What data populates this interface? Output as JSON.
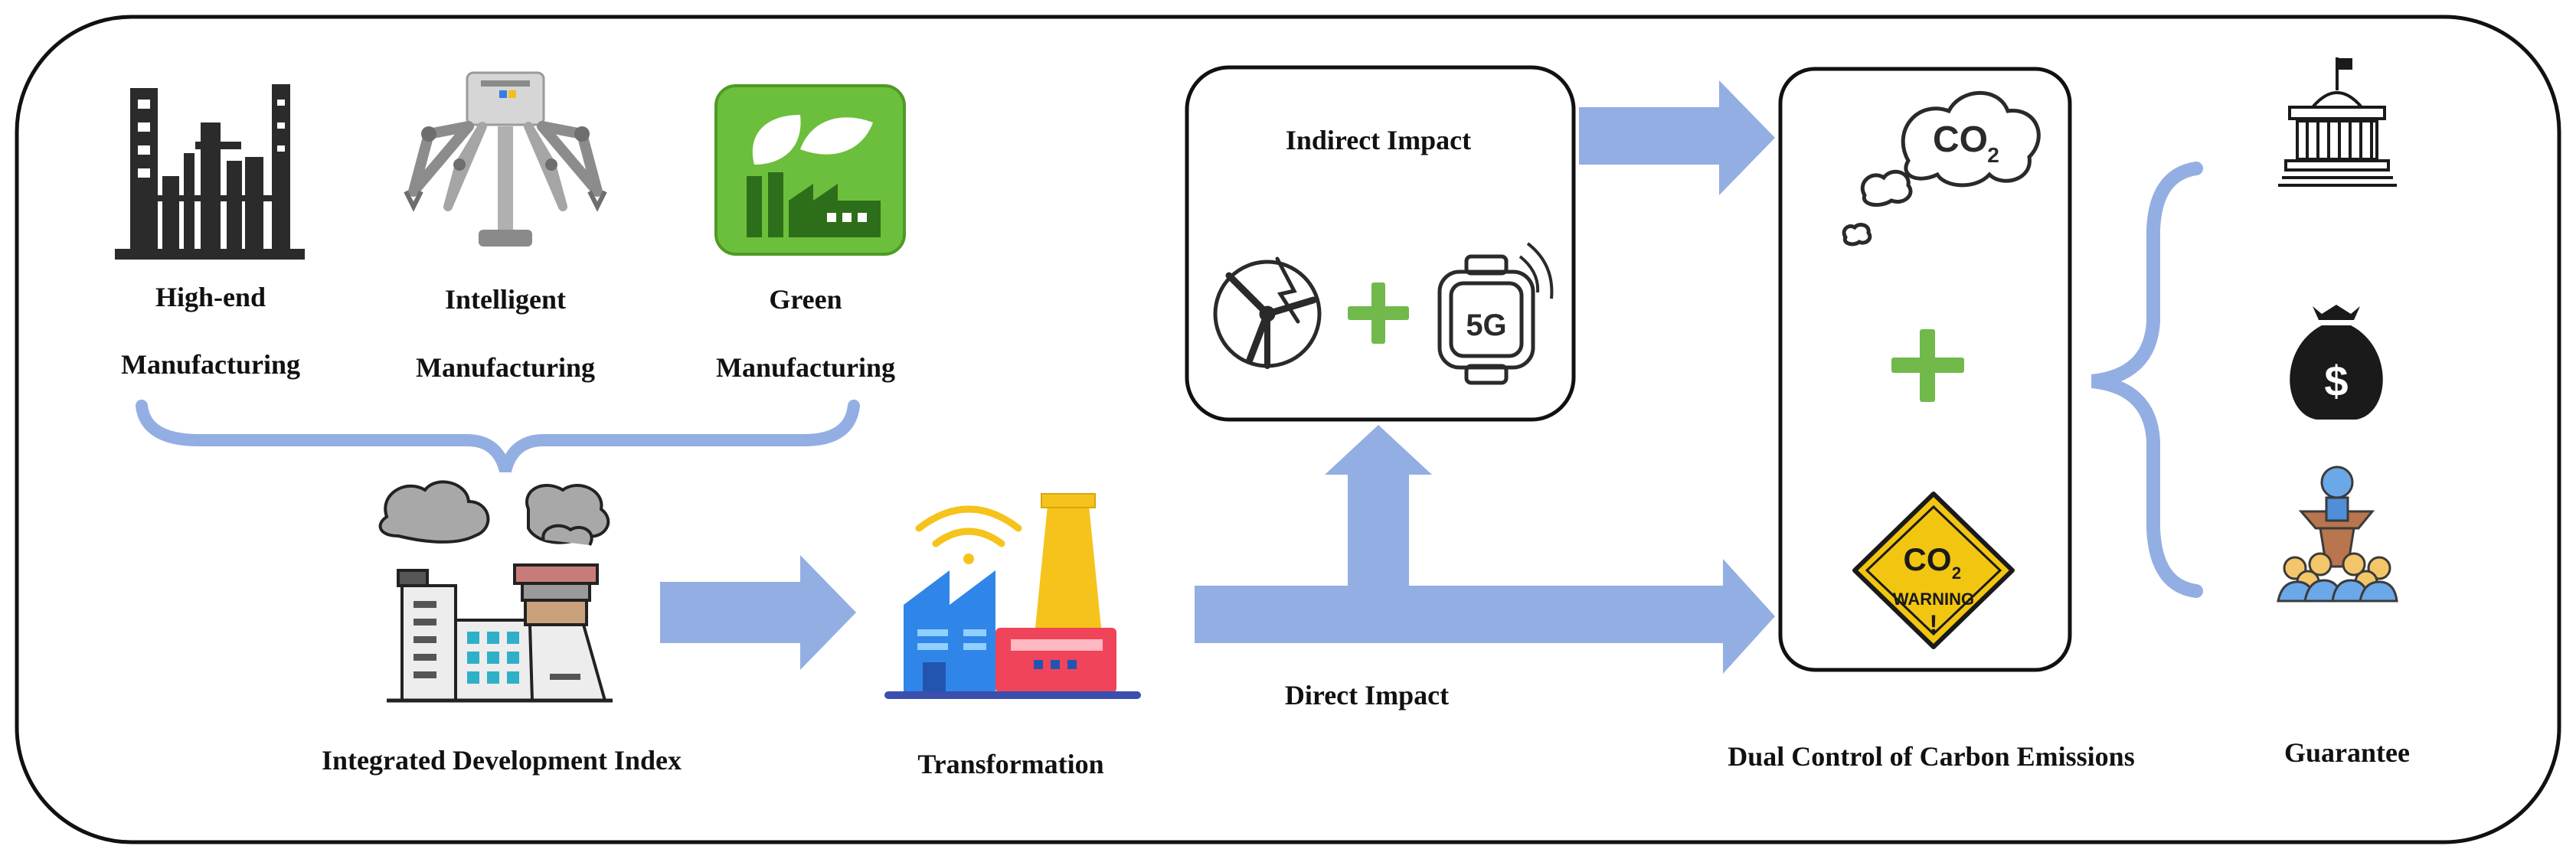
{
  "colors": {
    "arrow": "#93aee3",
    "plus": "#71b94a",
    "outline": "#111111",
    "green_icon": "#6cbf3c",
    "warning": "#f2c511",
    "factory_blue": "#2f86e8",
    "factory_red": "#f0445a",
    "factory_yellow": "#f6c31c"
  },
  "manufacturing": {
    "high_end": {
      "line1": "High-end",
      "line2": "Manufacturing",
      "icon": "industrial-plant-icon"
    },
    "intelligent": {
      "line1": "Intelligent",
      "line2": "Manufacturing",
      "icon": "robot-arm-icon"
    },
    "green": {
      "line1": "Green",
      "line2": "Manufacturing",
      "icon": "green-factory-icon"
    }
  },
  "index": {
    "label": "Integrated Development Index",
    "icon": "polluting-factory-icon"
  },
  "transformation": {
    "label": "Transformation",
    "icon": "smart-factory-icon"
  },
  "impacts": {
    "indirect": {
      "label": "Indirect Impact",
      "icons": [
        "wind-power-icon",
        "5g-smartwatch-icon"
      ],
      "badge": "5G"
    },
    "direct": {
      "label": "Direct Impact"
    }
  },
  "dual_control": {
    "label": "Dual Control of Carbon Emissions",
    "co2_cloud": {
      "main": "CO",
      "sub": "2"
    },
    "warning_sign": {
      "main": "CO",
      "sub": "2",
      "word": "WARNING",
      "mark": "!"
    }
  },
  "guarantee": {
    "label": "Guarantee",
    "icons": [
      "government-building-icon",
      "money-bag-icon",
      "audience-icon"
    ],
    "money_symbol": "$"
  }
}
